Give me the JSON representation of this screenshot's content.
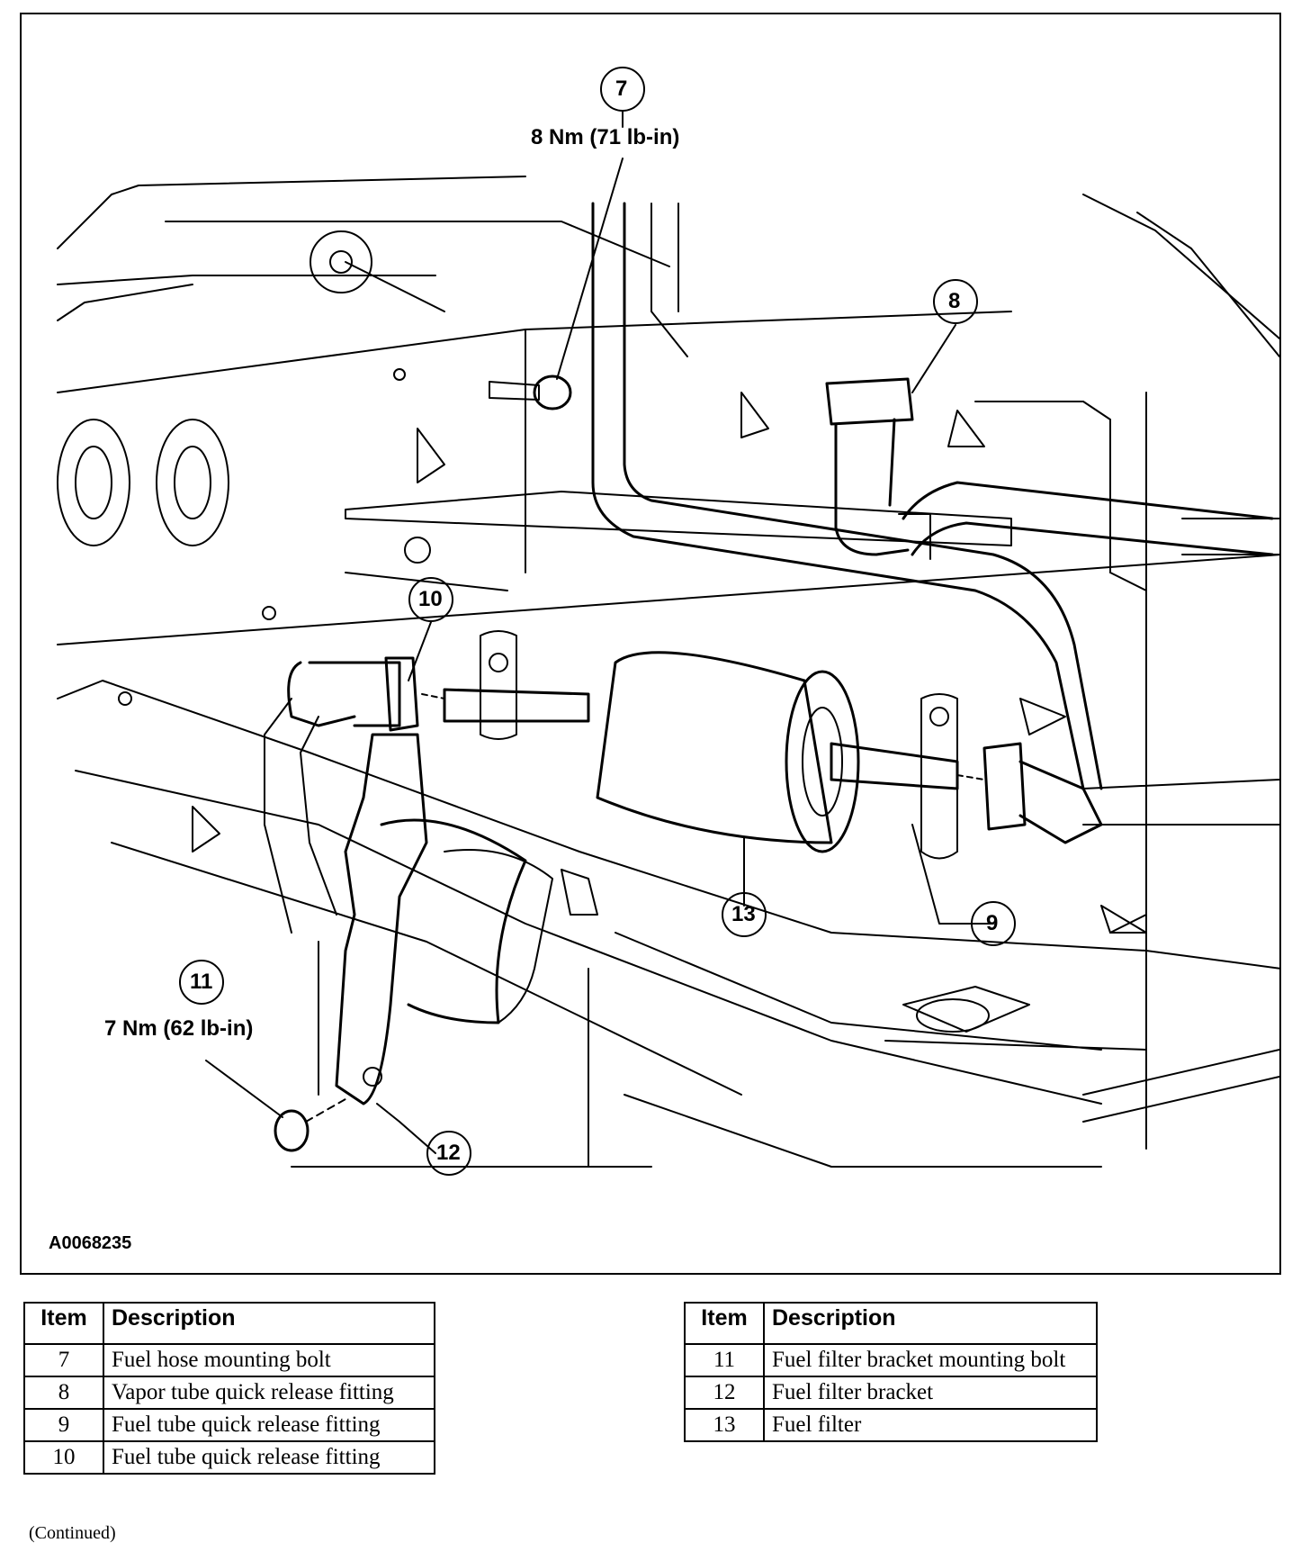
{
  "figure": {
    "id": "A0068235",
    "callouts": [
      {
        "num": "7",
        "torque": "8 Nm (71 lb-in)"
      },
      {
        "num": "8"
      },
      {
        "num": "9"
      },
      {
        "num": "10"
      },
      {
        "num": "11",
        "torque": "7 Nm (62 lb-in)"
      },
      {
        "num": "12"
      },
      {
        "num": "13"
      }
    ]
  },
  "legend_left": {
    "headers": [
      "Item",
      "Description"
    ],
    "rows": [
      {
        "item": "7",
        "desc": "Fuel hose mounting bolt"
      },
      {
        "item": "8",
        "desc": "Vapor tube quick release fitting"
      },
      {
        "item": "9",
        "desc": "Fuel tube quick release fitting"
      },
      {
        "item": "10",
        "desc": "Fuel tube quick release fitting"
      }
    ]
  },
  "legend_right": {
    "headers": [
      "Item",
      "Description"
    ],
    "rows": [
      {
        "item": "11",
        "desc": "Fuel filter bracket mounting bolt"
      },
      {
        "item": "12",
        "desc": "Fuel filter bracket"
      },
      {
        "item": "13",
        "desc": "Fuel filter"
      }
    ]
  },
  "footer": {
    "continued": "(Continued)"
  }
}
